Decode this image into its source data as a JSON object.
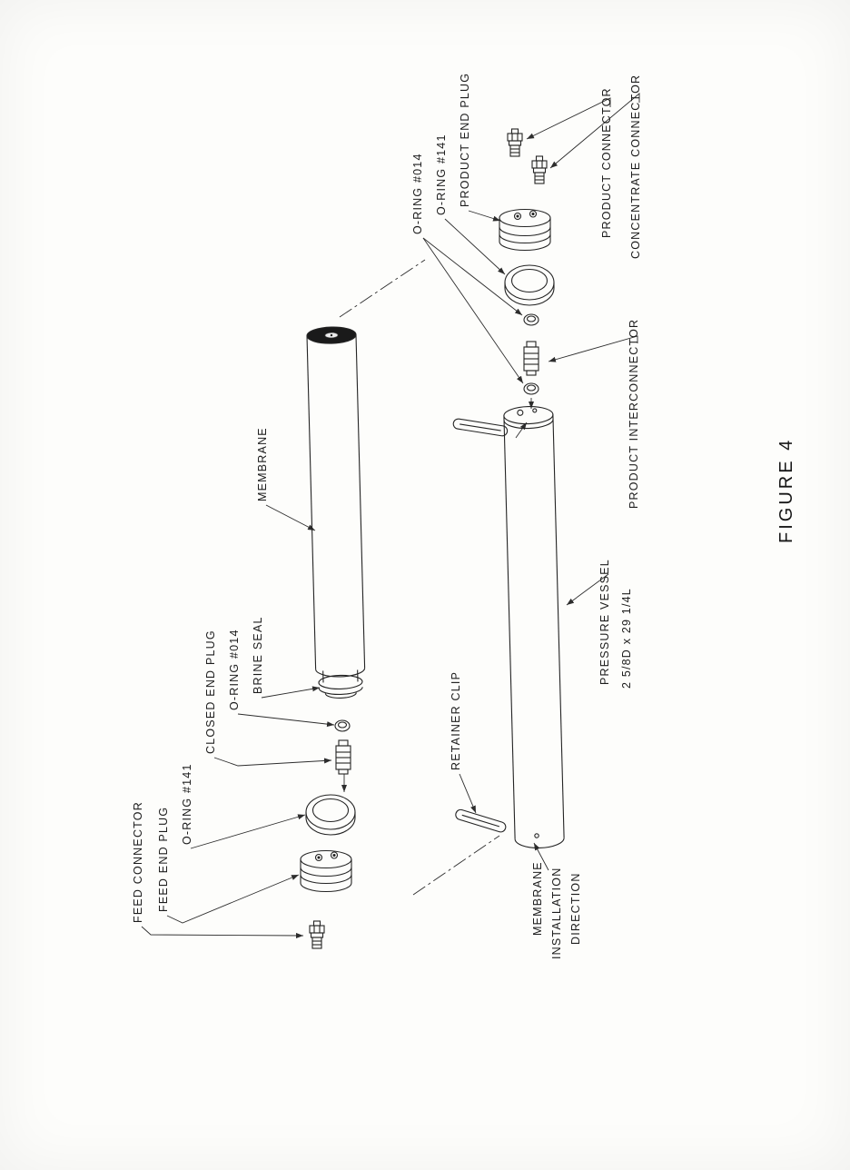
{
  "page": {
    "figure_caption": "FIGURE 4"
  },
  "labels": {
    "o_ring_014_product": "O-RING #014",
    "o_ring_141_product": "O-RING #141",
    "product_end_plug": "PRODUCT END PLUG",
    "product_connector": "PRODUCT CONNECTOR",
    "concentrate_connector": "CONCENTRATE CONNECTOR",
    "membrane": "MEMBRANE",
    "closed_end_plug": "CLOSED END PLUG",
    "o_ring_014_feed": "O-RING #014",
    "brine_seal": "BRINE SEAL",
    "o_ring_141_feed": "O-RING #141",
    "feed_end_plug": "FEED END PLUG",
    "feed_connector": "FEED CONNECTOR",
    "product_interconnector": "PRODUCT INTERCONNECTOR",
    "retainer_clip": "RETAINER CLIP",
    "pressure_vessel_1": "PRESSURE VESSEL",
    "pressure_vessel_2": "2 5/8D x 29 1/4L",
    "membrane_installation_1": "MEMBRANE",
    "membrane_installation_2": "INSTALLATION",
    "membrane_installation_3": "DIRECTION"
  }
}
